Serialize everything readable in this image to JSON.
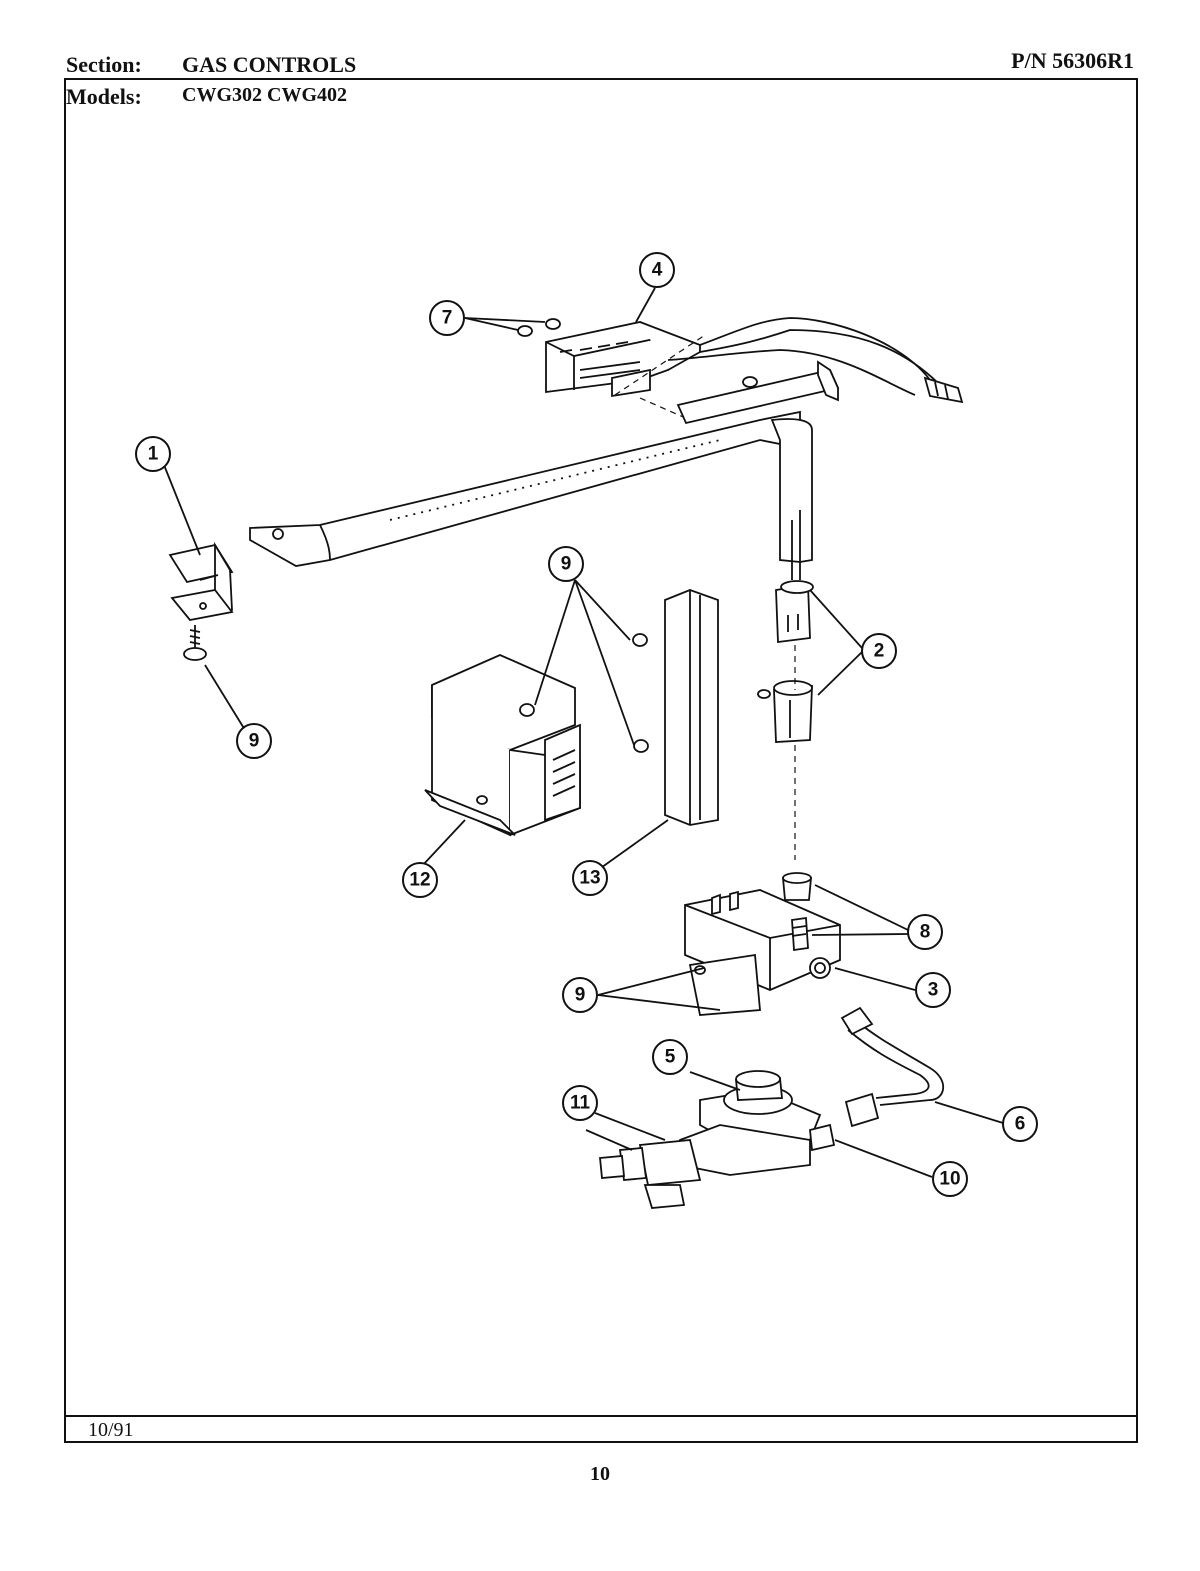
{
  "header": {
    "section_label": "Section:",
    "section_value": "GAS CONTROLS",
    "models_label": "Models:",
    "models_value": "CWG302  CWG402",
    "part_number": "P/N 56306R1"
  },
  "footer": {
    "date": "10/91",
    "page_number": "10"
  },
  "callouts": [
    {
      "id": "callout-1",
      "label": "1"
    },
    {
      "id": "callout-2",
      "label": "2"
    },
    {
      "id": "callout-3",
      "label": "3"
    },
    {
      "id": "callout-4",
      "label": "4"
    },
    {
      "id": "callout-5",
      "label": "5"
    },
    {
      "id": "callout-6",
      "label": "6"
    },
    {
      "id": "callout-7",
      "label": "7"
    },
    {
      "id": "callout-8",
      "label": "8"
    },
    {
      "id": "callout-9-top",
      "label": "9"
    },
    {
      "id": "callout-9-left",
      "label": "9"
    },
    {
      "id": "callout-9-valve",
      "label": "9"
    },
    {
      "id": "callout-10",
      "label": "10"
    },
    {
      "id": "callout-11",
      "label": "11"
    },
    {
      "id": "callout-12",
      "label": "12"
    },
    {
      "id": "callout-13",
      "label": "13"
    }
  ]
}
